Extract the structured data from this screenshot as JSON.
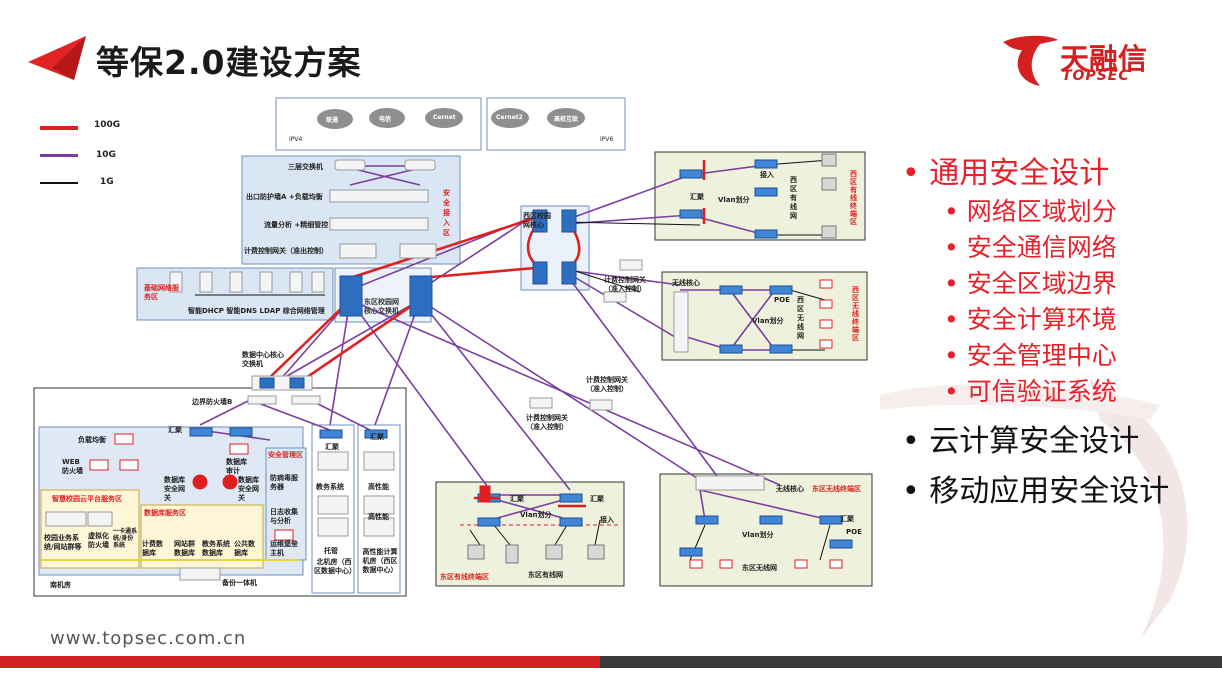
{
  "slide": {
    "title": "等保2.0建设方案",
    "logo_cn": "天融信",
    "logo_en": "TOPSEC",
    "footer_url": "www.topsec.com.cn"
  },
  "colors": {
    "accent_red": "#e02020",
    "link_10g": "#7a3fa0",
    "link_1g": "#111111",
    "bullet_red": "#e8202a",
    "footer_bar_dark": "#3a3a3a",
    "footer_bar_red": "#d42020"
  },
  "legend": [
    {
      "label": "100G",
      "color": "#e02020"
    },
    {
      "label": "10G",
      "color": "#7a3fa0"
    },
    {
      "label": "1G",
      "color": "#111111"
    }
  ],
  "bullets": [
    {
      "text": "通用安全设计",
      "level": 1,
      "color": "#e8202a"
    },
    {
      "text": "网络区域划分",
      "level": 2,
      "color": "#e8202a"
    },
    {
      "text": "安全通信网络",
      "level": 2,
      "color": "#e8202a"
    },
    {
      "text": "安全区域边界",
      "level": 2,
      "color": "#e8202a"
    },
    {
      "text": "安全计算环境",
      "level": 2,
      "color": "#e8202a"
    },
    {
      "text": "安全管理中心",
      "level": 2,
      "color": "#e8202a"
    },
    {
      "text": "可信验证系统",
      "level": 2,
      "color": "#e8202a"
    },
    {
      "text": "云计算安全设计",
      "level": 1,
      "color": "#111111"
    },
    {
      "text": "移动应用安全设计",
      "level": 1,
      "color": "#111111"
    }
  ],
  "diagram": {
    "ipv4_clouds": [
      "联通",
      "电信",
      "Cernet"
    ],
    "ipv6_clouds": [
      "Cernet2",
      "高校互联"
    ],
    "ipv4_label": "IPV4",
    "ipv6_label": "IPV6",
    "core_stack": {
      "l3_switch": "三层交换机",
      "fw_lb": "出口防护墙A +负载均衡",
      "flow": "流量分析 +精细管控",
      "billing": "计费控制网关（准出控制）",
      "zone": "安全接入区"
    },
    "basic_services": {
      "zone": "基础网络服务区",
      "items": "智能DHCP 智能DNS LDAP 综合网络管理"
    },
    "east_core": "东区校园网核心交换机",
    "west_core": "西区校园网核心",
    "billing_gw": "计费控制网关（准入控制）",
    "dc_core": "数据中心核心交换机",
    "border_fw": "边界防火墙B",
    "south": {
      "lb": "负载均衡",
      "agg": "汇聚",
      "waf": "WEB防火墙",
      "db_audit": "数据库审计",
      "db_sec_gw1": "数据库安全网关",
      "db_sec_gw2": "数据库安全网关",
      "mgmt_zone": "安全管理区",
      "antivirus": "防病毒服务器",
      "log": "日志收集与分析",
      "bastion": "运维堡垒主机",
      "cloud_zone": "智慧校园云平台服务区",
      "biz_sys": "校园业务系统/网站群等",
      "virt_fw": "虚拟化防火墙",
      "unified_id": "一卡通系统/身份系统",
      "db_zone": "数据库服务区",
      "calc_db": "计费数据库",
      "site_db": "网站群数据库",
      "edu_db": "教务系统数据库",
      "public_db": "公共数据库",
      "backup": "备份一体机",
      "room": "南机房"
    },
    "north": {
      "agg": "汇聚",
      "edu": "教务系统",
      "hosting": "托管",
      "room": "北机房（西区数据中心）"
    },
    "hpc": {
      "agg": "汇聚",
      "hpc": "高性能",
      "hpc2": "高性能",
      "room": "高性能计算机房（西区数据中心）"
    },
    "west_wired": {
      "zone": "西区有线终端区",
      "agg": "汇聚",
      "access": "接入",
      "vlan": "Vlan划分",
      "net": "西区有线网"
    },
    "west_wireless": {
      "zone": "西区无线终端区",
      "core": "无线核心",
      "poe": "POE",
      "vlan": "Vlan划分",
      "net": "西区无线网"
    },
    "east_wired": {
      "zone": "东区有线终端区",
      "agg1": "汇聚",
      "agg2": "汇聚",
      "access": "接入",
      "vlan": "Vlan划分",
      "net": "东区有线网"
    },
    "east_wireless": {
      "zone": "东区无线终端区",
      "core": "无线核心",
      "agg": "汇聚",
      "poe": "POE",
      "vlan": "Vlan划分",
      "net": "东区无线网"
    }
  }
}
